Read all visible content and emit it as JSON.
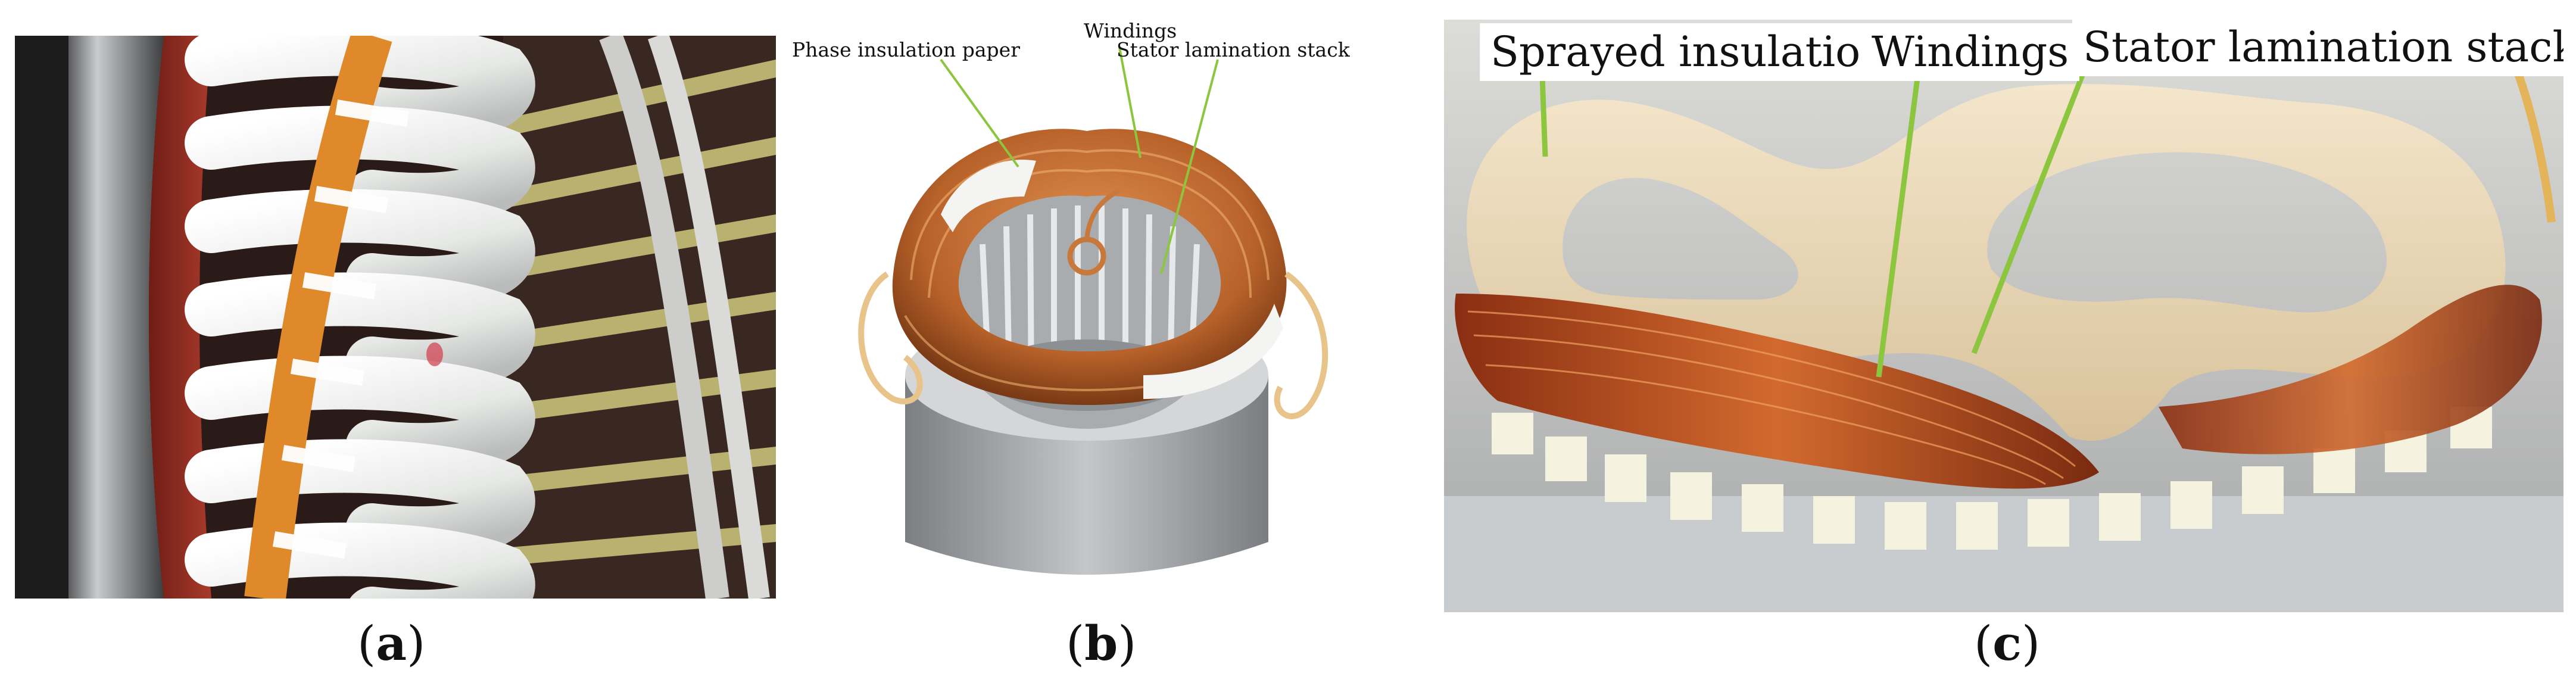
{
  "figure": {
    "panels": [
      {
        "id": "a",
        "caption_open": "(",
        "caption_letter": "a",
        "caption_close": ")"
      },
      {
        "id": "b",
        "caption_open": "(",
        "caption_letter": "b",
        "caption_close": ")",
        "labels": {
          "phase_paper": "Phase insulation paper",
          "windings": "Windings",
          "stack": "Stator lamination stack"
        }
      },
      {
        "id": "c",
        "caption_open": "(",
        "caption_letter": "c",
        "caption_close": ")",
        "labels": {
          "sprayed": "Sprayed insulation",
          "windings": "Windings",
          "stack": "Stator lamination stack"
        }
      }
    ],
    "colors": {
      "copper": "#b8622a",
      "insulation_white": "#eef0ee",
      "tape_orange": "#e0892a",
      "steel": "#9a9da0",
      "sprayed_foam": "#ecd9b8",
      "leader_green": "#8cc63f"
    }
  }
}
